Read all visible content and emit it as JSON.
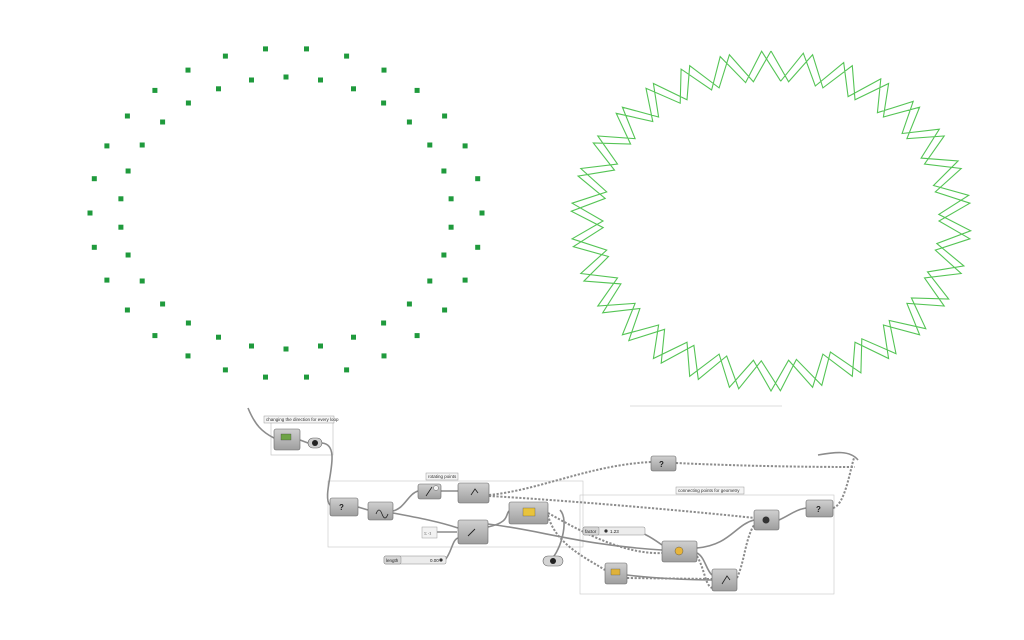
{
  "groups": {
    "direction_label": "changing the direction for every loop",
    "rotating_label": "rotating points",
    "connecting_label": "connecting points for geometry"
  },
  "sliders": {
    "factor_label": "factor",
    "factor_value": "1.23",
    "length_label": "length",
    "length_value": "0.00"
  },
  "panel": {
    "text": "1; -1"
  },
  "colors": {
    "points": "#1f9a3c",
    "polyline": "#55c455",
    "wire": "#8c8c8c",
    "component": "#b9b9b9",
    "group_border": "#bdbdbd"
  },
  "viewport": {
    "point_count_outer": 30,
    "point_count_inner": 30,
    "zigzag_segments": 30
  }
}
